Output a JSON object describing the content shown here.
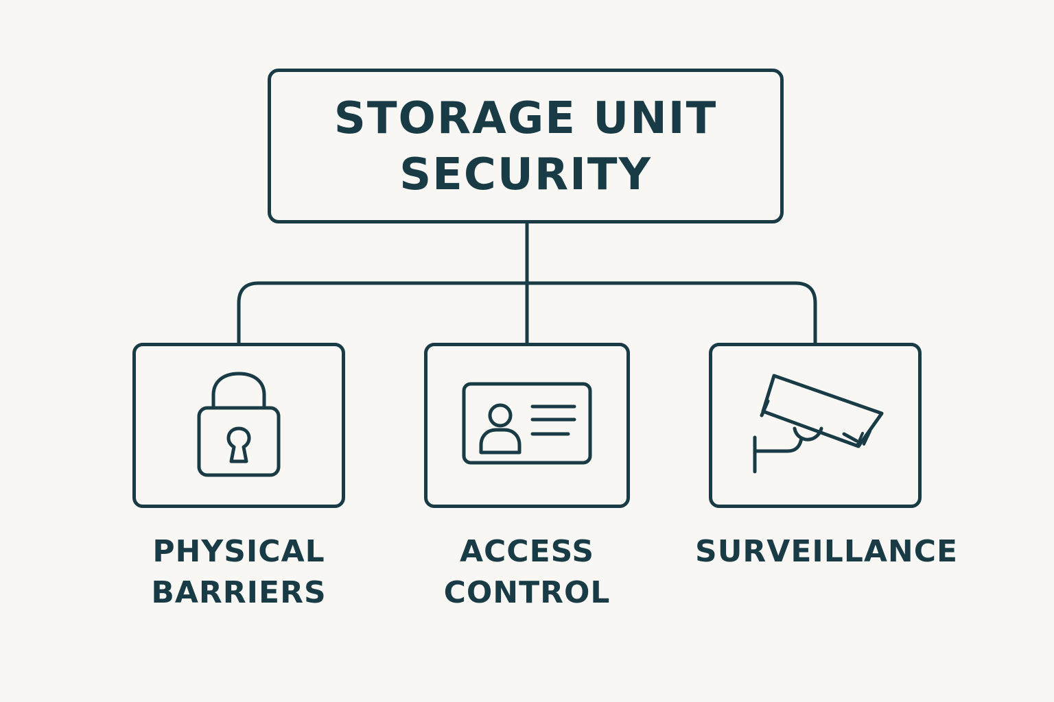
{
  "title": {
    "lines": [
      "STORAGE UNIT",
      "SECURITY"
    ]
  },
  "children": [
    {
      "label_lines": [
        "PHYSICAL",
        "BARRIERS"
      ],
      "icon": "padlock-icon"
    },
    {
      "label_lines": [
        "ACCESS",
        "CONTROL"
      ],
      "icon": "id-card-icon"
    },
    {
      "label_lines": [
        "SURVEILLANCE"
      ],
      "icon": "security-camera-icon"
    }
  ],
  "colors": {
    "stroke": "#183b45",
    "background": "#f8f7f4"
  }
}
